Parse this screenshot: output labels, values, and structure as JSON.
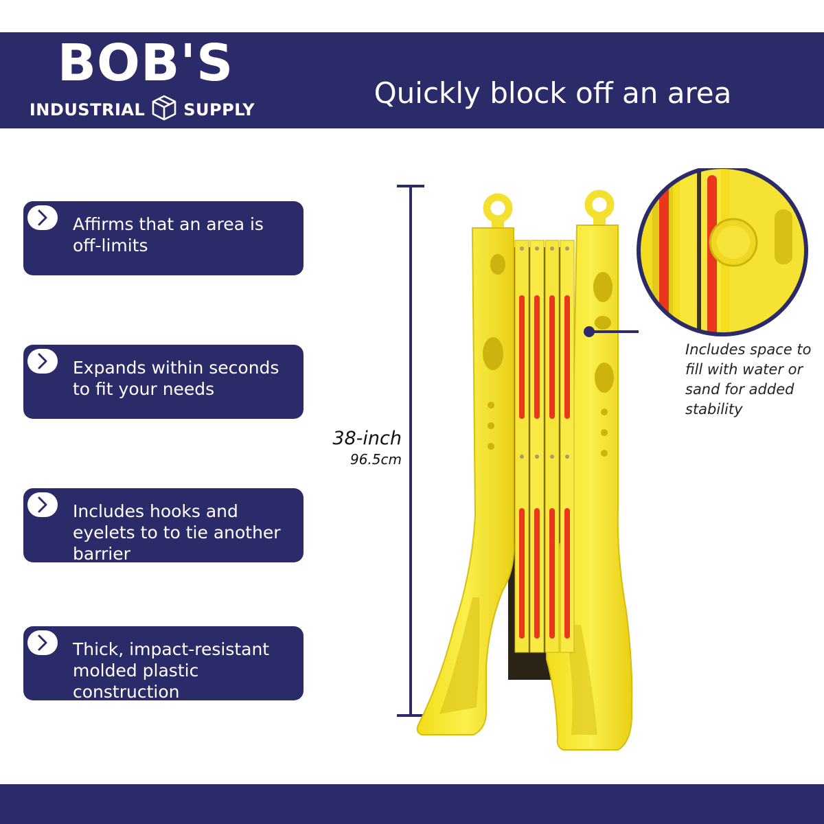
{
  "brand": {
    "name": "BOB'S",
    "subtitle_left": "INDUSTRIAL",
    "subtitle_right": "SUPPLY",
    "logo_icon": "box-icon"
  },
  "headline": "Quickly block off an area",
  "features": [
    {
      "text": "Affirms that an area is off-limits",
      "icon": "chevron-right-icon"
    },
    {
      "text": "Expands within seconds to fit your needs",
      "icon": "chevron-right-icon"
    },
    {
      "text": "Includes hooks and eyelets to to tie another barrier",
      "icon": "chevron-right-icon"
    },
    {
      "text": "Thick, impact-resistant molded plastic construction",
      "icon": "chevron-right-icon"
    }
  ],
  "dimension": {
    "height_in": "38-inch",
    "height_cm": "96.5cm"
  },
  "callout": "Includes space to fill with water or sand for added stability",
  "colors": {
    "navy": "#2b2b69",
    "barrier_yellow": "#f7e83a",
    "reflective_red": "#e8371c",
    "background": "#ffffff"
  }
}
